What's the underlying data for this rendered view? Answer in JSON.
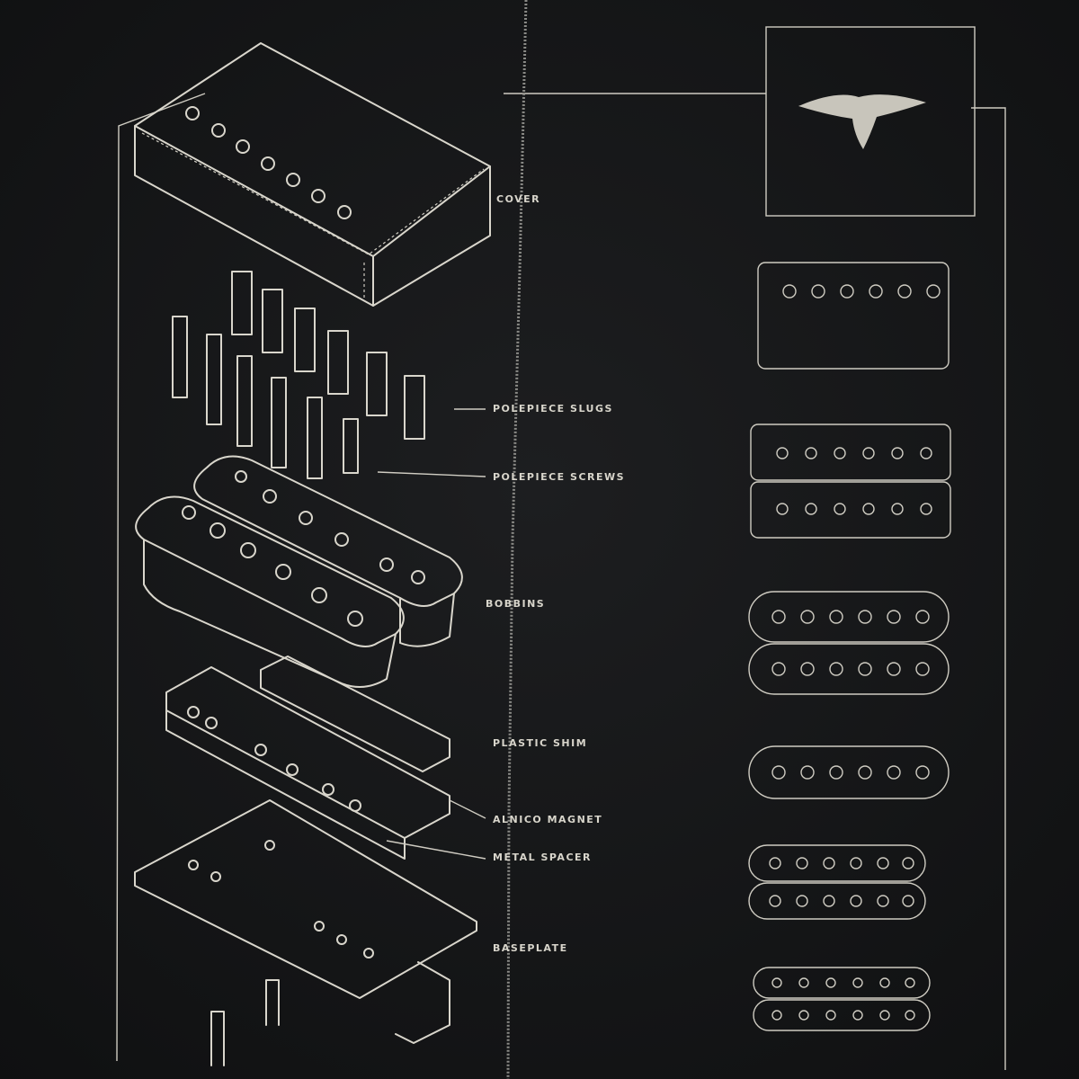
{
  "labels": {
    "cover": "COVER",
    "slugs": "POLEPIECE SLUGS",
    "screws": "POLEPIECE SCREWS",
    "bobbins": "BOBBINS",
    "shim": "PLASTIC SHIM",
    "magnet": "ALNICO MAGNET",
    "spacer": "METAL SPACER",
    "baseplate": "BASEPLATE"
  },
  "colors": {
    "fabric": "#17181a",
    "print": "#d9d6cc",
    "zipper": "#8a8a86"
  },
  "icons": [
    "bird-logo-icon"
  ]
}
